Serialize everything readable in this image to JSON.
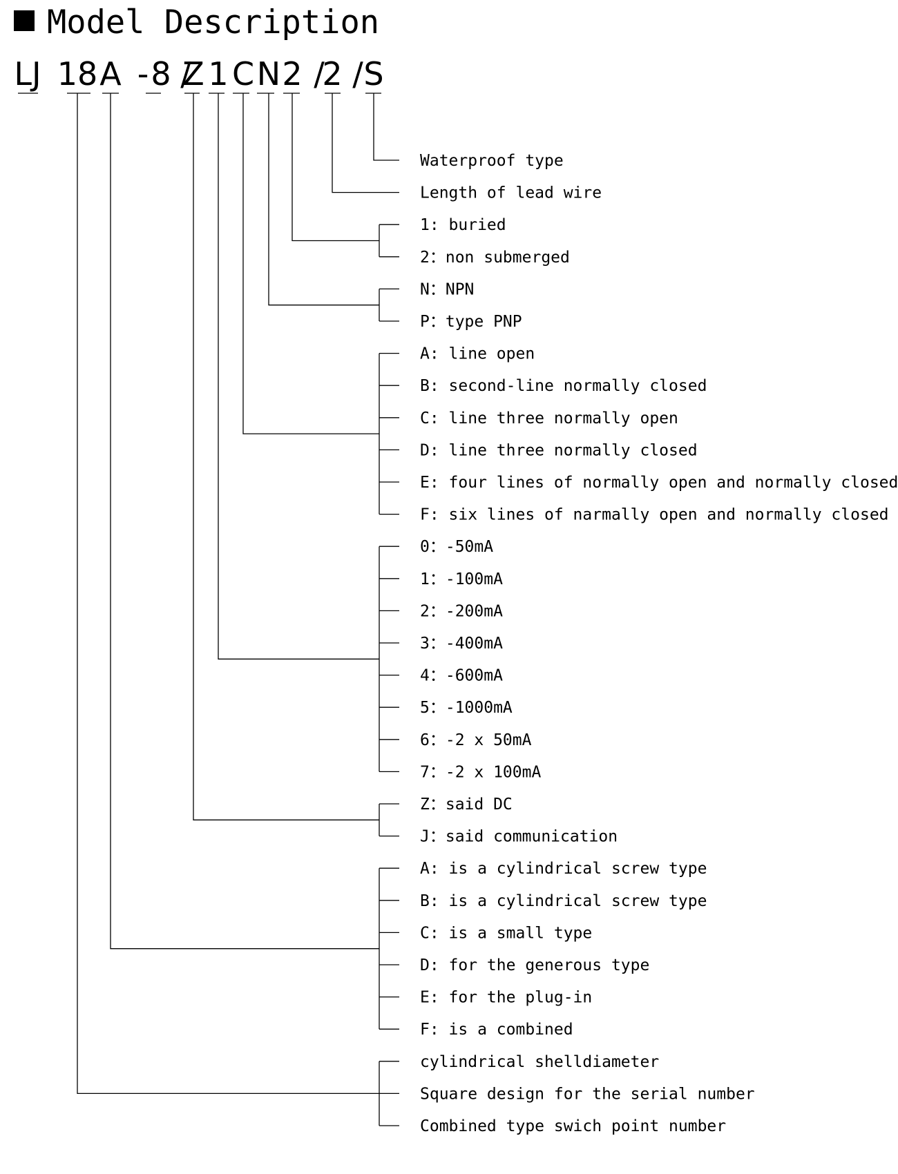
{
  "heading": "Model Description",
  "model_code": {
    "segments": [
      "LJ",
      "18",
      "A",
      "-",
      "8",
      "/",
      "Z",
      "1",
      "C",
      "N",
      "2",
      "/",
      "2",
      "/",
      "S"
    ]
  },
  "groups": [
    {
      "segment": "S",
      "items": [
        "Waterproof type"
      ]
    },
    {
      "segment": "2b",
      "items": [
        "Length of lead wire"
      ]
    },
    {
      "segment": "2a",
      "items": [
        "1: buried",
        "2：non submerged"
      ]
    },
    {
      "segment": "N",
      "items": [
        "N：NPN",
        "P：type PNP"
      ]
    },
    {
      "segment": "C",
      "items": [
        "A: line open",
        "B: second-line normally closed",
        "C: line three normally open",
        "D: line three normally closed",
        "E: four lines of normally open and normally closed",
        "F: six lines of narmally open and normally closed"
      ]
    },
    {
      "segment": "1",
      "items": [
        "0：-50mA",
        "1：-100mA",
        "2：-200mA",
        "3：-400mA",
        "4：-600mA",
        "5：-1000mA",
        "6：-2 x 50mA",
        "7：-2 x 100mA"
      ]
    },
    {
      "segment": "Z",
      "items": [
        "Z：said DC",
        "J：said communication"
      ]
    },
    {
      "segment": "A",
      "items": [
        "A: is a cylindrical screw type",
        "B: is a cylindrical screw type",
        "C: is a small type",
        "D: for the generous type",
        "E: for the plug-in",
        "F: is a combined"
      ]
    },
    {
      "segment": "18",
      "items": [
        "cylindrical shelldiameter",
        "Square design for the serial number",
        "Combined type swich point number"
      ]
    }
  ]
}
